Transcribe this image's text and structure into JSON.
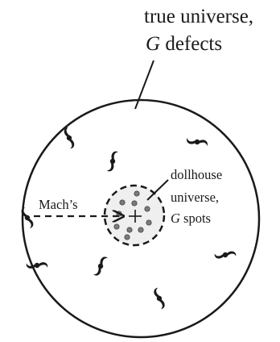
{
  "labels": {
    "true_universe_line1": "true universe,",
    "true_universe_g": "G",
    "true_universe_line2_rest": " defects",
    "dollhouse_line1": "dollhouse",
    "dollhouse_line2": "universe,",
    "dollhouse_g": "G",
    "dollhouse_line3_rest": " spots",
    "mach": "Mach’s"
  },
  "colors": {
    "stroke": "#1a1a1a",
    "dollhouse_fill": "#efefef",
    "spot_fill": "#7a7a7a",
    "defect_fill": "#1a1a1a"
  },
  "icons": {
    "defect": "swirl-defect-icon",
    "spot": "dot-icon",
    "center": "plus-icon"
  }
}
